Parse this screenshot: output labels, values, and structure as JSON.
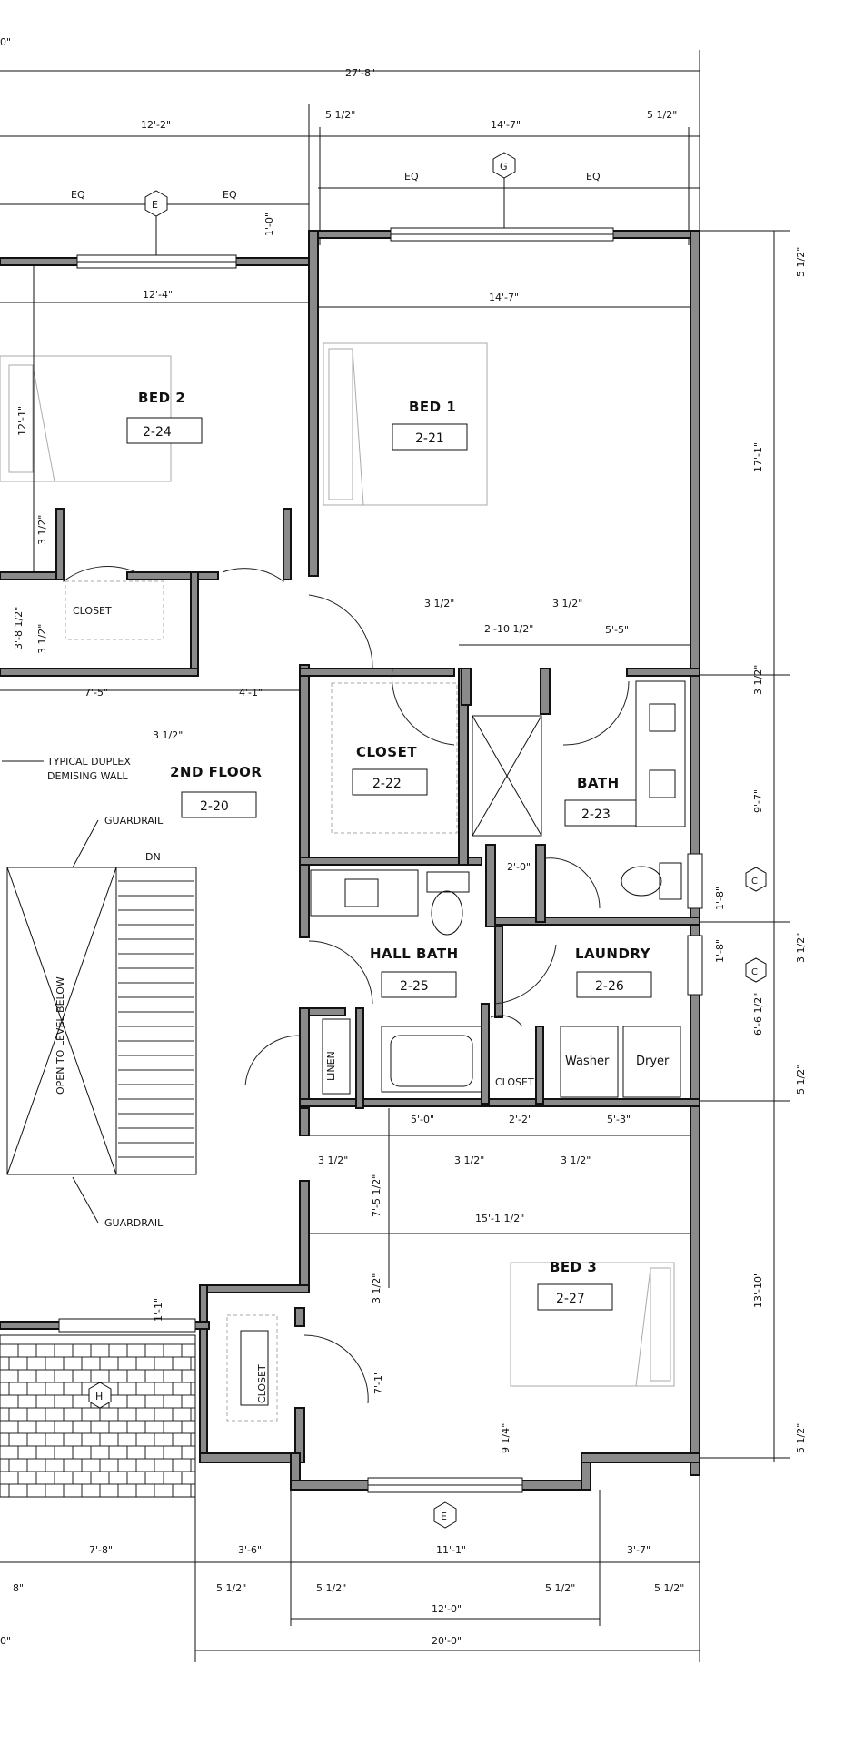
{
  "dimensions": {
    "overall_top": "27'-8\"",
    "top_left": "12'-2\"",
    "top_gap_a": "5 1/2\"",
    "top_right": "14'-7\"",
    "top_gap_b": "5 1/2\"",
    "eq": "EQ",
    "small_1": "1'-0\"",
    "bed2_width": "12'-4\"",
    "bed1_width": "14'-7\"",
    "bed2_height": "12'-1\"",
    "closet_h": "3'-8 1/2\"",
    "three_half": "3 1/2\"",
    "closet_gap": "2'-10 1/2\"",
    "bath_w": "5'-5\"",
    "dim_7_5": "7'-5\"",
    "dim_4_1": "4'-1\"",
    "dim_2_0": "2'-0\"",
    "dim_5_0": "5'-0\"",
    "dim_2_2": "2'-2\"",
    "dim_5_3": "5'-3\"",
    "dim_7_5_half": "7'-5 1/2\"",
    "bed3_width": "15'-1 1/2\"",
    "dim_1_1": "1'-1\"",
    "dim_7_1": "7'-1\"",
    "dim_9_quarter": "9 1/4\"",
    "right_17_1": "17'-1\"",
    "right_9_7": "9'-7\"",
    "right_1_8": "1'-8\"",
    "right_6_6": "6'-6 1/2\"",
    "right_13_10": "13'-10\"",
    "bot_7_8": "7'-8\"",
    "bot_3_6": "3'-6\"",
    "bot_11_1": "11'-1\"",
    "bot_3_7": "3'-7\"",
    "bot_12_0": "12'-0\"",
    "bot_20_0": "20'-0\"",
    "edge_8": "8\"",
    "edge_0": "0\""
  },
  "markers": {
    "E": "E",
    "G": "G",
    "C": "C",
    "H": "H"
  },
  "rooms": {
    "bed2": {
      "name": "BED 2",
      "tag": "2-24"
    },
    "bed1": {
      "name": "BED 1",
      "tag": "2-21"
    },
    "closet_small": {
      "name": "CLOSET"
    },
    "closet_main": {
      "name": "CLOSET",
      "tag": "2-22"
    },
    "bath": {
      "name": "BATH",
      "tag": "2-23"
    },
    "floor": {
      "name": "2ND FLOOR",
      "tag": "2-20"
    },
    "hall_bath": {
      "name": "HALL BATH",
      "tag": "2-25"
    },
    "laundry": {
      "name": "LAUNDRY",
      "tag": "2-26"
    },
    "bed3": {
      "name": "BED 3",
      "tag": "2-27"
    },
    "closet_bed3": {
      "name": "CLOSET"
    },
    "linen": {
      "name": "LINEN"
    },
    "closet_laundry": {
      "name": "CLOSET"
    }
  },
  "appliances": {
    "washer": "Washer",
    "dryer": "Dryer"
  },
  "notes": {
    "demising_1": "TYPICAL DUPLEX",
    "demising_2": "DEMISING WALL",
    "guardrail": "GUARDRAIL",
    "dn": "DN",
    "open_below": "OPEN TO LEVEL BELOW"
  }
}
